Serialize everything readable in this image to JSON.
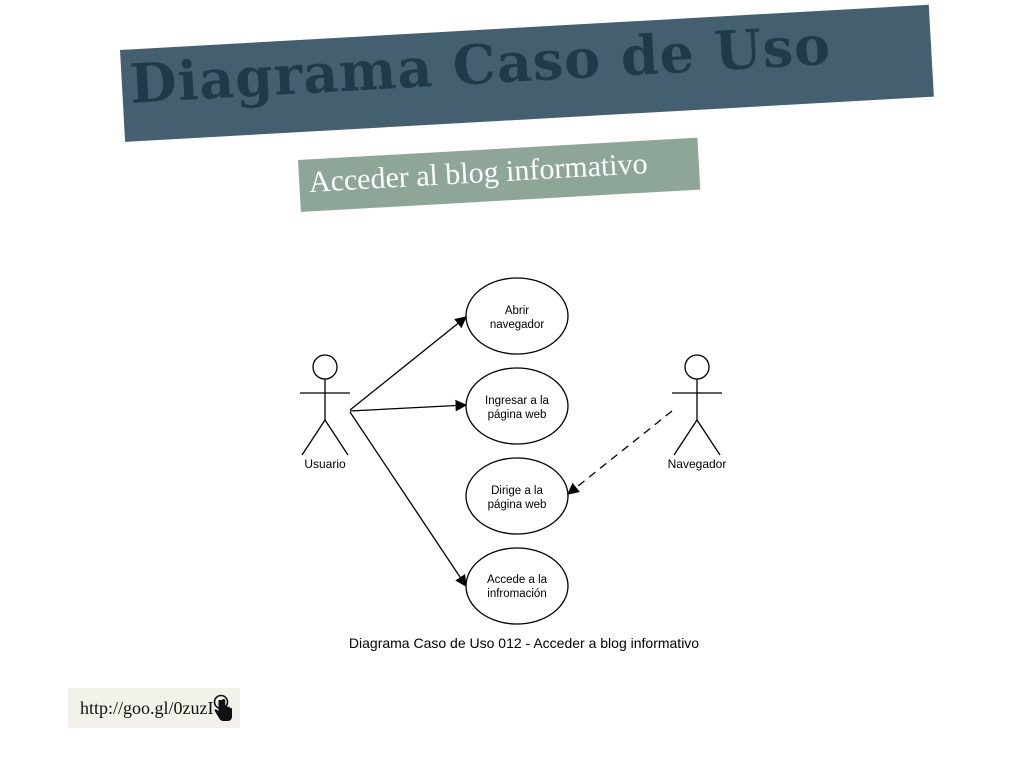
{
  "title": "Diagrama Caso de Uso",
  "subtitle": "Acceder al blog informativo",
  "diagram": {
    "actors": {
      "user": "Usuario",
      "browser": "Navegador"
    },
    "use_cases": [
      {
        "line1": "Abrir",
        "line2": "navegador"
      },
      {
        "line1": "Ingresar a la",
        "line2": "página web"
      },
      {
        "line1": "Dirige a la",
        "line2": "página web"
      },
      {
        "line1": "Accede a la",
        "line2": "infromación"
      }
    ],
    "caption": "Diagrama Caso de Uso 012 - Acceder a blog informativo"
  },
  "footer": {
    "link": "http://goo.gl/0zuzI",
    "icon": "pointer-hand-icon"
  },
  "colors": {
    "title_banner": "#435f70",
    "title_text": "#213a48",
    "subtitle_banner": "#8ea698"
  }
}
